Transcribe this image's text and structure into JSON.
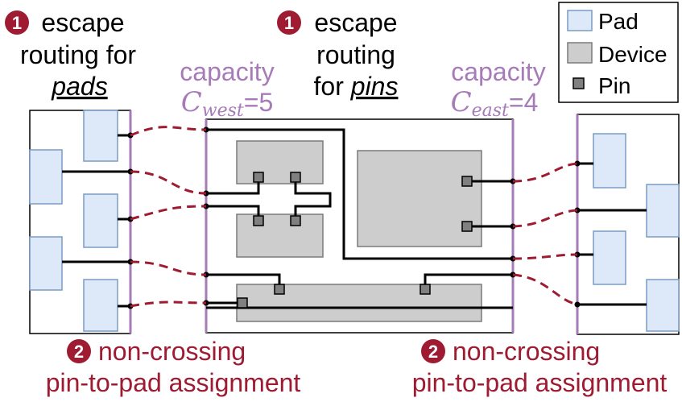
{
  "colors": {
    "accent": "#9e1b32",
    "capacity": "#a77bb8",
    "pad_fill": "#dde9f8",
    "pad_stroke": "#7a9cc4",
    "device_fill": "#cdcdcd",
    "device_stroke": "#7a7a7a",
    "pin_fill": "#808080",
    "wire": "#000000",
    "dash": "#9e1b32"
  },
  "step1": {
    "number": "1",
    "left": {
      "line1": "escape",
      "line2": "routing for",
      "line3": "pads"
    },
    "mid": {
      "line1": "escape",
      "line2": "routing",
      "line3_prefix": "for ",
      "line3_em": "pins"
    }
  },
  "step2": {
    "number": "2",
    "line1": "non-crossing",
    "line2": "pin-to-pad assignment"
  },
  "capacity": {
    "label": "capacity",
    "west": {
      "symbol": "C",
      "subscript": "west",
      "value": "=5"
    },
    "east": {
      "symbol": "C",
      "subscript": "east",
      "value": "=4"
    }
  },
  "legend": {
    "items": [
      {
        "label": "Pad",
        "icon": "pad-swatch"
      },
      {
        "label": "Device",
        "icon": "device-swatch"
      },
      {
        "label": "Pin",
        "icon": "pin-swatch"
      }
    ]
  }
}
